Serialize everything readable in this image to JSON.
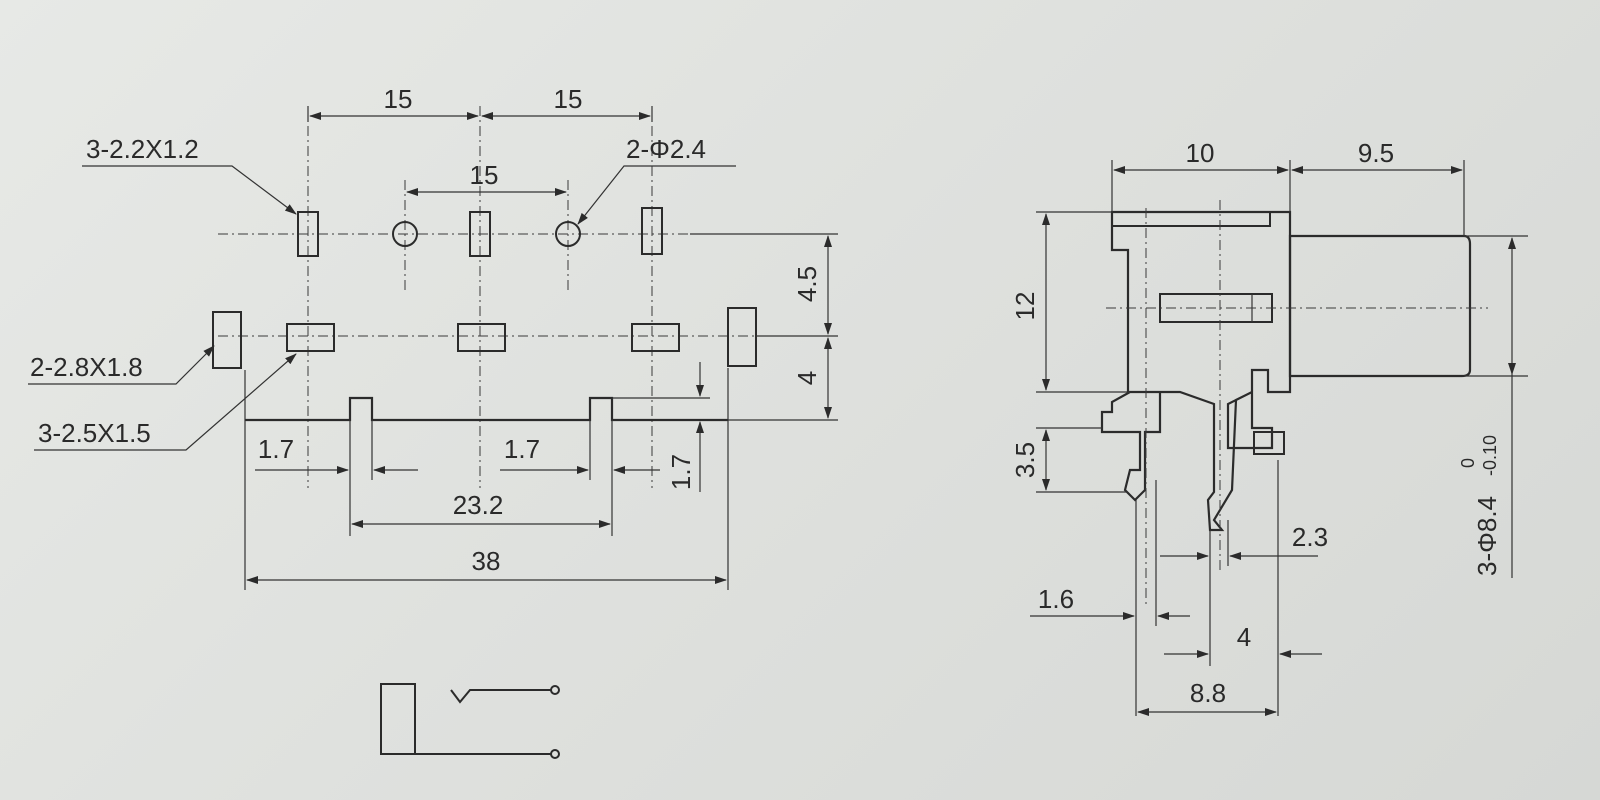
{
  "front_view": {
    "dims": {
      "pitch_left": "15",
      "pitch_right": "15",
      "pitch_mid": "15",
      "height_upper": "4.5",
      "height_lower": "4",
      "pin_offset_left": "1.7",
      "pin_offset_mid": "1.7",
      "pin_height": "1.7",
      "pin_span": "23.2",
      "total_width": "38"
    },
    "callouts": {
      "slot_top": "3-2.2X1.2",
      "hole_top": "2-Φ2.4",
      "slot_side": "2-2.8X1.8",
      "slot_middle": "3-2.5X1.5"
    }
  },
  "side_view": {
    "dims": {
      "width_body": "10",
      "width_jack": "9.5",
      "height_body": "12",
      "height_lug": "3.5",
      "pin_gap": "2.3",
      "pin_width": "1.6",
      "pin_offset": "4",
      "base_width": "8.8"
    },
    "tolerance": {
      "label": "3-Φ8.4",
      "upper": "0",
      "lower": "-0.10"
    }
  }
}
